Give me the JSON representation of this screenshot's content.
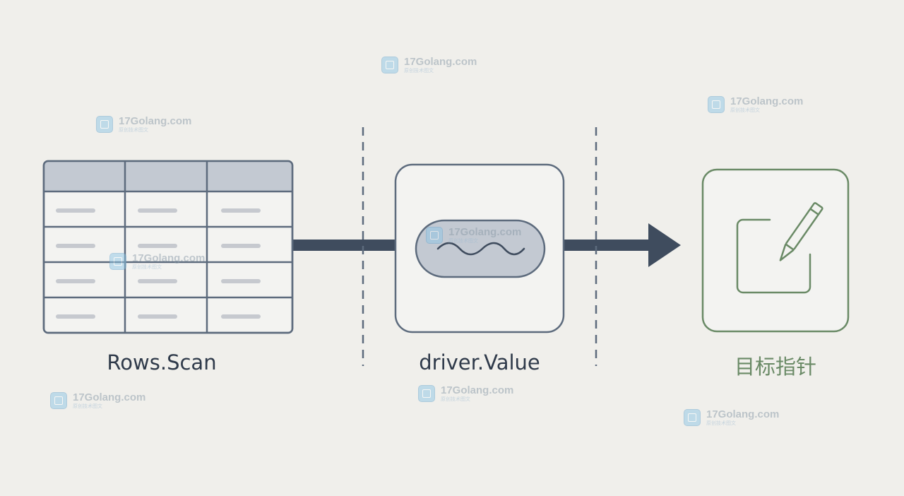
{
  "labels": {
    "rows_scan": "Rows.Scan",
    "driver_value": "driver.Value",
    "target_pointer": "目标指针"
  },
  "icons": {
    "source": "table-icon",
    "middle": "wave-icon",
    "target": "edit-icon"
  },
  "colors": {
    "background": "#f0efeb",
    "stroke": "#5d6b7d",
    "arrow": "#3f4c5e",
    "target_accent": "#6a8a66"
  },
  "watermarks": [
    {
      "title": "17Golang.com",
      "subtitle": "原创技术图文"
    },
    {
      "title": "17Golang.com",
      "subtitle": "原创技术图文"
    },
    {
      "title": "17Golang.com",
      "subtitle": "原创技术图文"
    },
    {
      "title": "17Golang.com",
      "subtitle": "原创技术图文"
    },
    {
      "title": "17Golang.com",
      "subtitle": "原创技术图文"
    },
    {
      "title": "17Golang.com",
      "subtitle": "原创技术图文"
    },
    {
      "title": "17Golang.com",
      "subtitle": "原创技术图文"
    },
    {
      "title": "17Golang.com",
      "subtitle": "原创技术图文"
    }
  ]
}
